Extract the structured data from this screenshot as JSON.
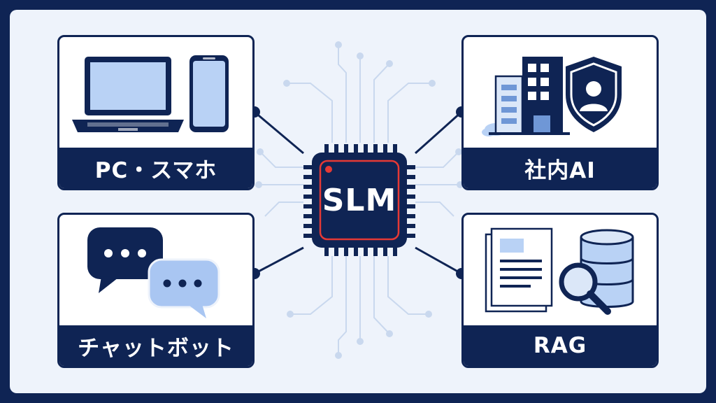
{
  "center": {
    "label": "SLM",
    "accent_color": "#e53935"
  },
  "cards": {
    "top_left": {
      "label": "PC・スマホ",
      "icons": [
        "laptop-icon",
        "smartphone-icon"
      ]
    },
    "top_right": {
      "label": "社内AI",
      "icons": [
        "office-building-icon",
        "user-shield-icon"
      ]
    },
    "bottom_left": {
      "label": "チャットボット",
      "icons": [
        "chat-bubble-icon"
      ]
    },
    "bottom_right": {
      "label": "RAG",
      "icons": [
        "document-icon",
        "database-icon",
        "magnifier-icon"
      ]
    }
  },
  "colors": {
    "navy": "#0f2454",
    "light_blue": "#b9d2f5",
    "background": "#eef3fb",
    "circuit": "#c5d5ec"
  }
}
